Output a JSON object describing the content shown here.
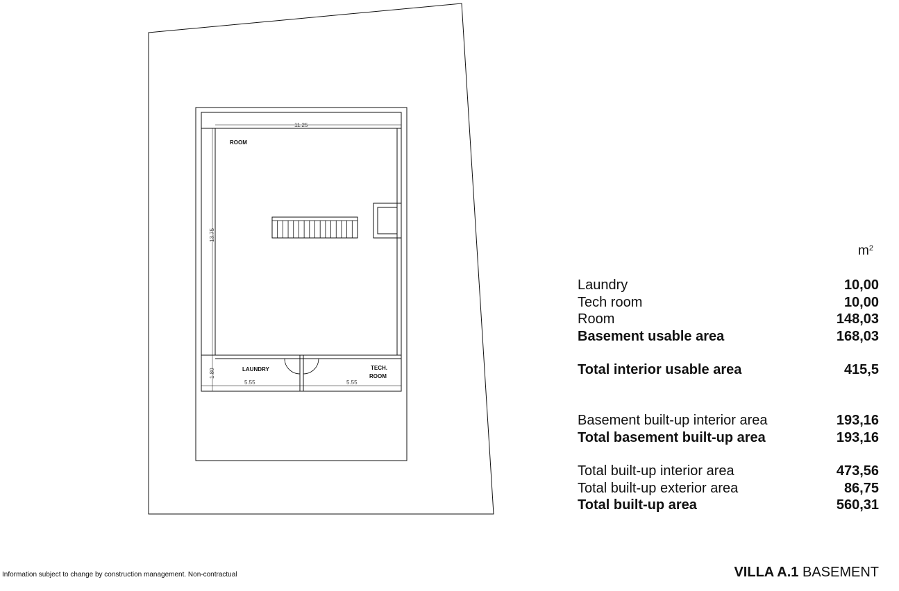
{
  "plan": {
    "rooms": {
      "room": "ROOM",
      "laundry": "LAUNDRY",
      "tech_line1": "TECH.",
      "tech_line2": "ROOM"
    },
    "dimensions": {
      "width": "11.25",
      "height": "13.75",
      "strip_height": "1.80",
      "laundry_width": "5.55",
      "tech_width": "5.55"
    }
  },
  "areas": {
    "unit": "m",
    "unit_sup": "2",
    "basement_rooms": [
      {
        "label": "Laundry",
        "value": "10,00"
      },
      {
        "label": "Tech room",
        "value": "10,00"
      },
      {
        "label": "Room",
        "value": "148,03"
      }
    ],
    "basement_usable": {
      "label": "Basement usable area",
      "value": "168,03"
    },
    "total_interior_usable": {
      "label": "Total interior usable area",
      "value": "415,5"
    },
    "basement_builtup_interior": {
      "label": "Basement built-up interior area",
      "value": "193,16"
    },
    "total_basement_builtup": {
      "label": "Total basement built-up area",
      "value": "193,16"
    },
    "total_builtup_interior": {
      "label": "Total built-up interior area",
      "value": "473,56"
    },
    "total_builtup_exterior": {
      "label": "Total built-up exterior area",
      "value": "86,75"
    },
    "total_builtup": {
      "label": "Total built-up area",
      "value": "560,31"
    }
  },
  "footer": {
    "disclaimer": "Information subject to change by construction management. Non-contractual",
    "title_bold": "VILLA A.1",
    "title_rest": " BASEMENT"
  }
}
